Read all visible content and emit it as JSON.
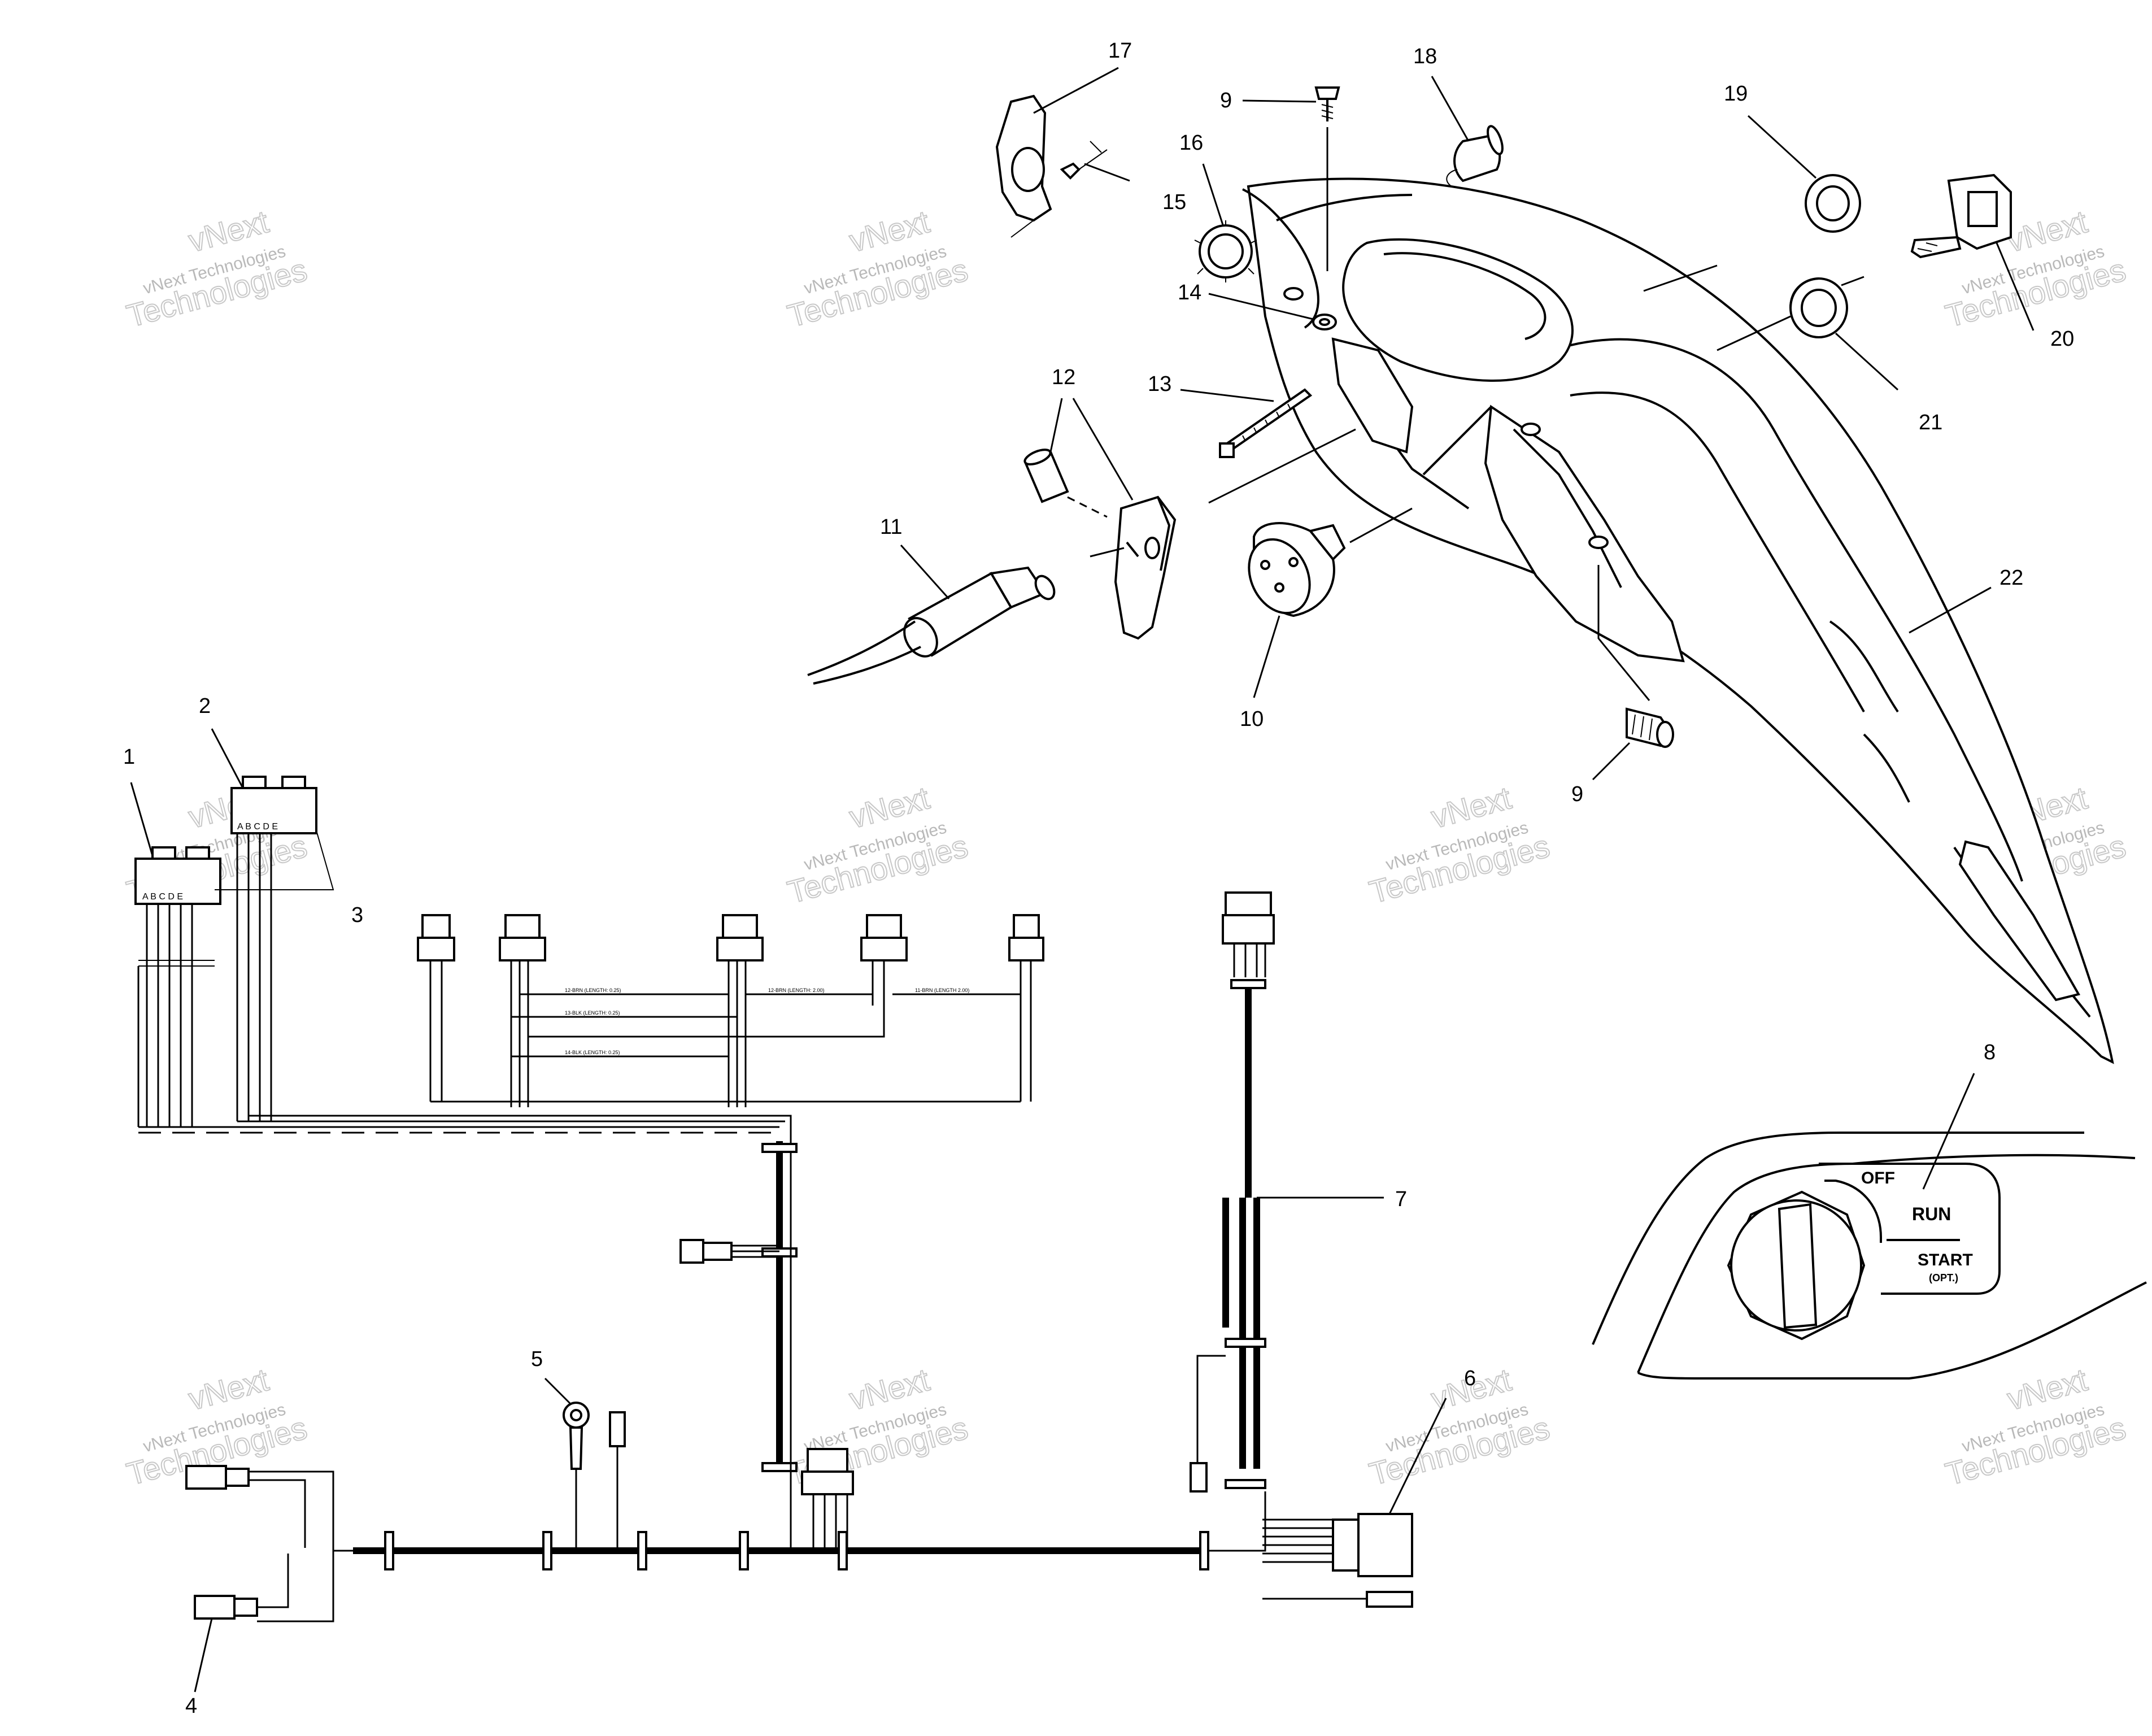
{
  "callouts": [
    {
      "id": "c1",
      "label": "1"
    },
    {
      "id": "c2",
      "label": "2"
    },
    {
      "id": "c3",
      "label": "3"
    },
    {
      "id": "c4",
      "label": "4"
    },
    {
      "id": "c5",
      "label": "5"
    },
    {
      "id": "c6",
      "label": "6"
    },
    {
      "id": "c7",
      "label": "7"
    },
    {
      "id": "c8",
      "label": "8"
    },
    {
      "id": "c9a",
      "label": "9"
    },
    {
      "id": "c9b",
      "label": "9"
    },
    {
      "id": "c10",
      "label": "10"
    },
    {
      "id": "c11",
      "label": "11"
    },
    {
      "id": "c12",
      "label": "12"
    },
    {
      "id": "c13",
      "label": "13"
    },
    {
      "id": "c14",
      "label": "14"
    },
    {
      "id": "c15",
      "label": "15"
    },
    {
      "id": "c16",
      "label": "16"
    },
    {
      "id": "c17",
      "label": "17"
    },
    {
      "id": "c18",
      "label": "18"
    },
    {
      "id": "c19",
      "label": "19"
    },
    {
      "id": "c20",
      "label": "20"
    },
    {
      "id": "c21",
      "label": "21"
    },
    {
      "id": "c22",
      "label": "22"
    }
  ],
  "switch_positions": {
    "off": "OFF",
    "run": "RUN",
    "start": "START",
    "start_note": "(OPT.)"
  },
  "connector_pins": "A B C D E",
  "watermark": {
    "line1": "vNext Technologies",
    "big1": "vNext",
    "big2": "Technologies"
  },
  "wire_labels": {
    "w1": "12-BRN (LENGTH: 0.25)",
    "w2": "12-BRN (LENGTH: 2.00)",
    "w3": "11-BRN (LENGTH 2.00)",
    "w4": "13-BLK (LENGTH: 0.25)",
    "w5": "14-BLK (LENGTH: 0.25)"
  }
}
